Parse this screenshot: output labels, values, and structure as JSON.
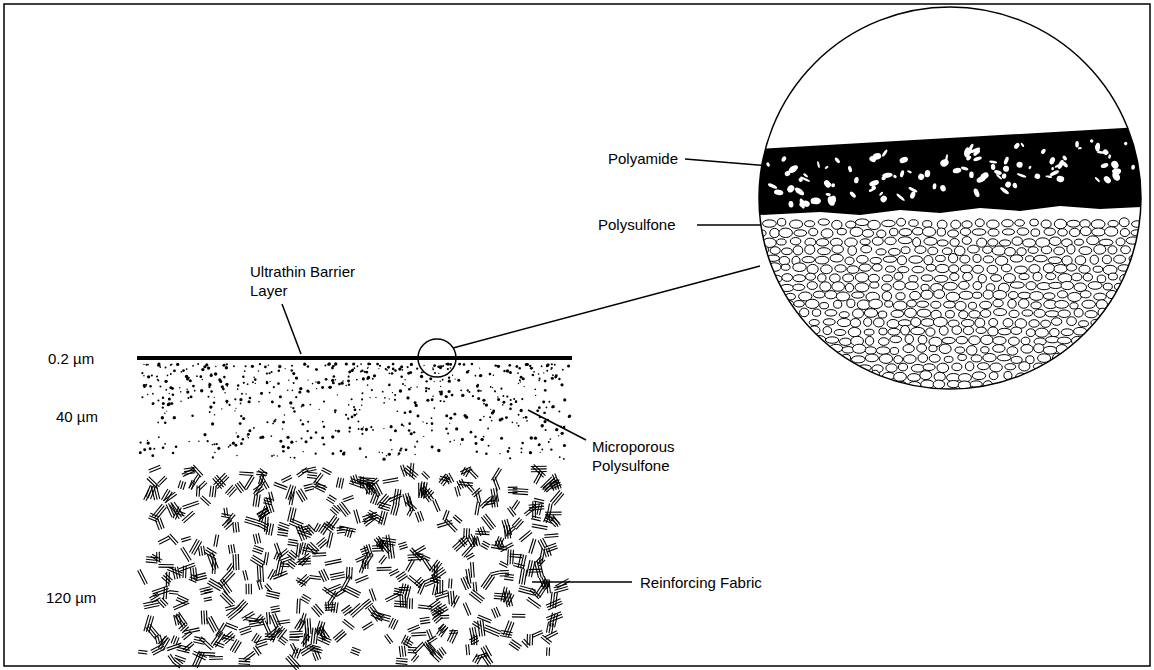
{
  "diagram": {
    "labels": [
      "Ultrathin Barrier Layer",
      "0.2 µm",
      "40 µm",
      "120 µm",
      "Microporous Polysulfone",
      "Reinforcing Fabric",
      "Polyamide",
      "Polysulfone"
    ]
  }
}
